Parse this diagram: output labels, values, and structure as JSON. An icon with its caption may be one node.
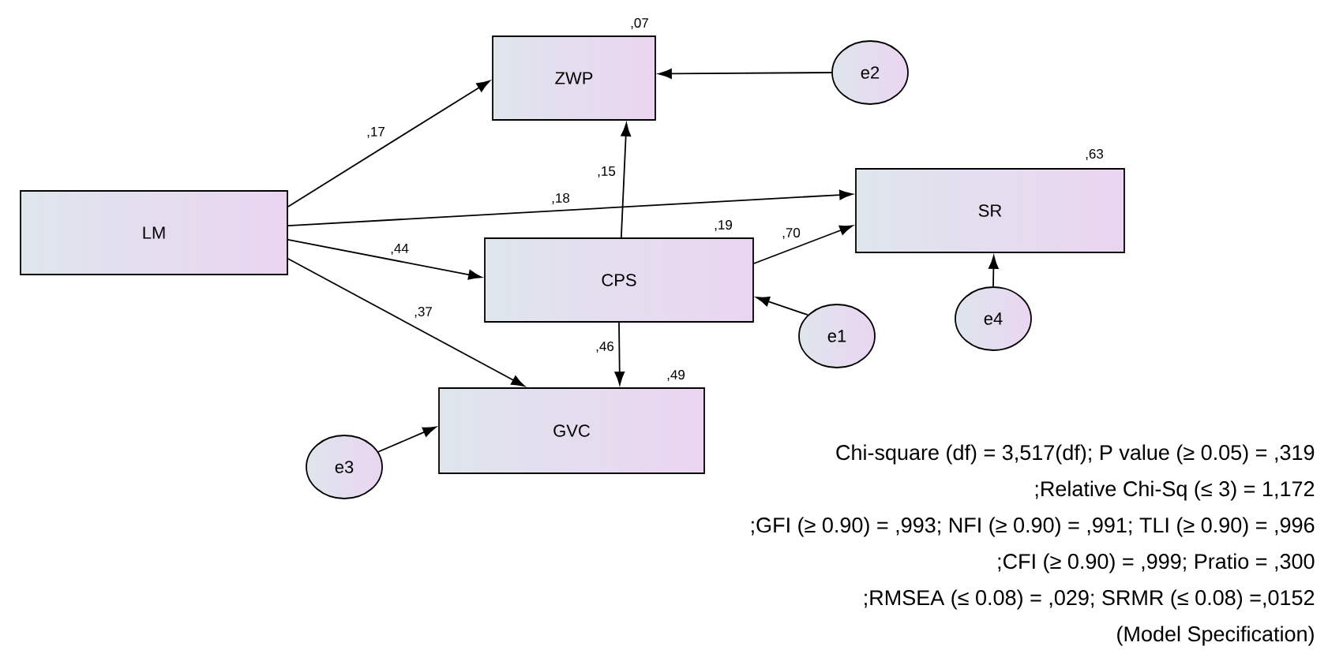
{
  "diagram": {
    "nodes": [
      {
        "text": [
          "ZWP"
        ],
        "beside": [
          ",07"
        ]
      },
      {
        "text": [
          "e2"
        ]
      },
      {
        "text": [
          "LM"
        ]
      },
      {
        "text": [
          "SR"
        ],
        "beside": [
          ",63"
        ]
      },
      {
        "text": [
          "CPS"
        ],
        "beside": [
          ",19"
        ]
      },
      {
        "text": [
          "e1"
        ]
      },
      {
        "text": [
          "e4"
        ]
      },
      {
        "text": [
          "GVC"
        ],
        "beside": [
          ",49"
        ]
      },
      {
        "text": [
          "e3"
        ]
      }
    ],
    "edges": [
      {
        "from": 2,
        "to": 0,
        "arrow": "to",
        "label": ",17"
      },
      {
        "from": 2,
        "to": 3,
        "arrow": "to",
        "label": ",18"
      },
      {
        "from": 2,
        "to": 4,
        "arrow": "to",
        "label": ",44"
      },
      {
        "from": 2,
        "to": 7,
        "arrow": "to",
        "label": ",37"
      },
      {
        "from": 4,
        "to": 0,
        "arrow": "to",
        "label": ",15"
      },
      {
        "from": 4,
        "to": 3,
        "arrow": "to",
        "label": ",70"
      },
      {
        "from": 4,
        "to": 7,
        "arrow": "to",
        "label": ",46"
      },
      {
        "from": 1,
        "to": 0,
        "arrow": "to"
      },
      {
        "from": 5,
        "to": 4,
        "arrow": "to"
      },
      {
        "from": 6,
        "to": 3,
        "arrow": "to"
      },
      {
        "from": 8,
        "to": 7,
        "arrow": "to"
      }
    ],
    "labels": [
      "Chi-square (df) = 3,517(df); P value (≥ 0.05) = ,319",
      ";Relative Chi-Sq (≤ 3) = 1,172",
      ";GFI (≥ 0.90) = ,993; NFI (≥ 0.90) = ,991; TLI (≥ 0.90) = ,996",
      ";CFI (≥ 0.90) = ,999; Pratio = ,300",
      ";RMSEA (≤ 0.08) = ,029; SRMR (≤ 0.08) =,0152",
      "(Model Specification)"
    ]
  }
}
